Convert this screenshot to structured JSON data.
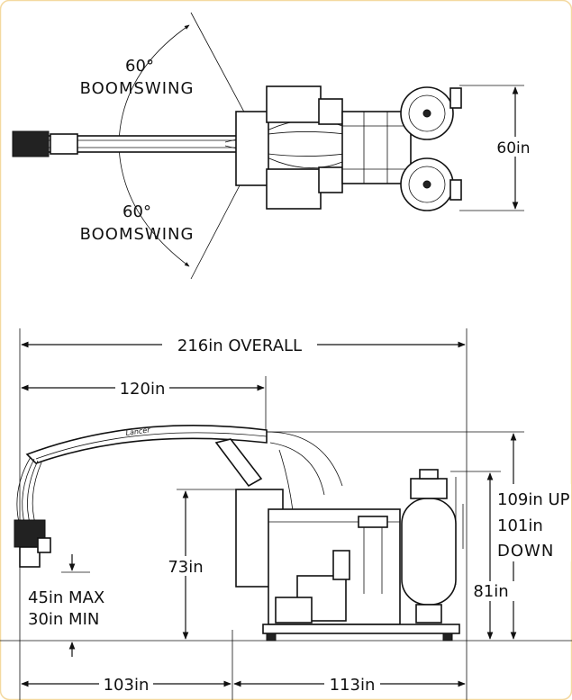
{
  "top_view": {
    "swing_upper_angle": "60°",
    "swing_upper_label": "BOOMSWING",
    "swing_lower_angle": "60°",
    "swing_lower_label": "BOOMSWING",
    "width_label": "60in"
  },
  "side_view": {
    "overall_label": "216in OVERALL",
    "boom_reach_label": "120in",
    "height_up_label": "109in UP",
    "height_down_label_1": "101in",
    "height_down_label_2": "DOWN",
    "height_81_label": "81in",
    "height_73_label": "73in",
    "nozzle_max_label": "45in MAX",
    "nozzle_min_label": "30in MIN",
    "bottom_left_label": "103in",
    "bottom_right_label": "113in",
    "brand_text": "Lancer"
  },
  "colors": {
    "border": "#f4d9a0",
    "ink": "#111111"
  }
}
